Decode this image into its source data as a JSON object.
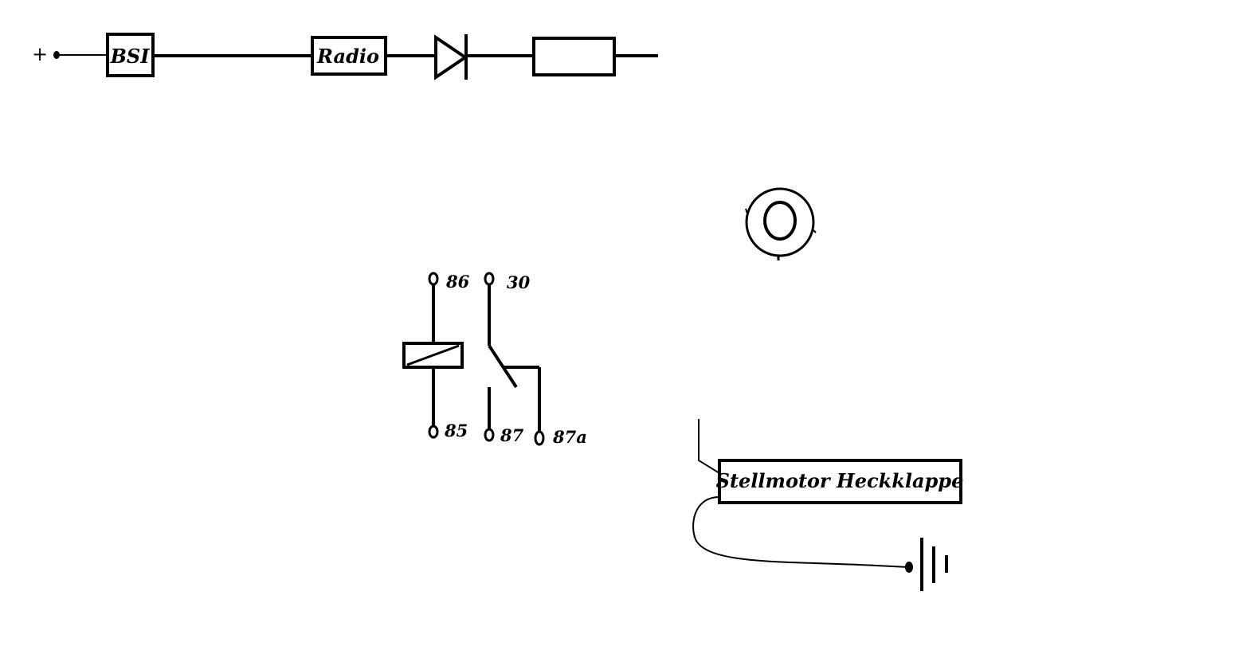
{
  "diagram": {
    "supply": {
      "plus_label": "+",
      "bsi_label": "BSI",
      "radio_label": "Radio"
    },
    "relay": {
      "pin_86": "86",
      "pin_30": "30",
      "pin_85": "85",
      "pin_87": "87",
      "pin_87a": "87a"
    },
    "motor": {
      "label": "Stellmotor Heckklappe"
    },
    "stroke_color": "#000000",
    "background_color": "#ffffff"
  }
}
